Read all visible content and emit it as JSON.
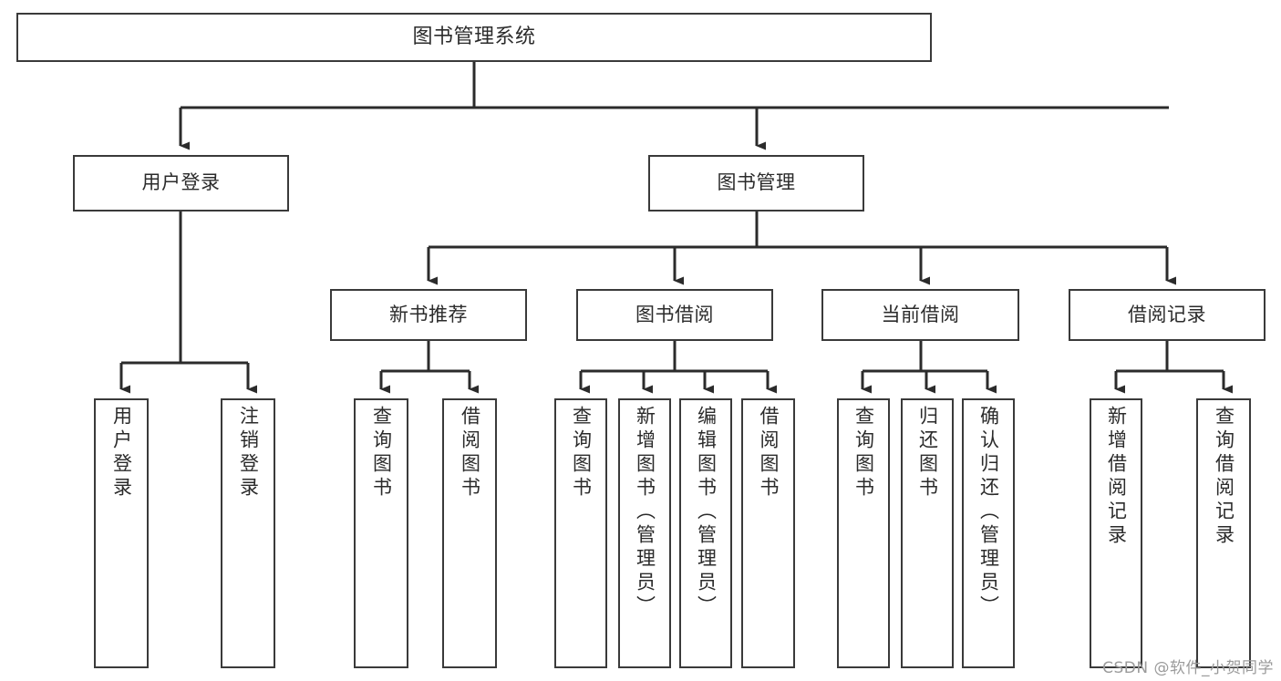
{
  "diagram": {
    "type": "tree-hierarchy",
    "title": "图书管理系统",
    "levels": 4,
    "stroke_color": "#3a3a3a",
    "text_color": "#2b2b2b",
    "background": "#ffffff",
    "nodes": {
      "root": {
        "label": "图书管理系统",
        "level": 1,
        "orientation": "horizontal"
      },
      "l2": [
        {
          "id": "user-login",
          "label": "用户登录",
          "level": 2,
          "orientation": "horizontal"
        },
        {
          "id": "book-management",
          "label": "图书管理",
          "level": 2,
          "orientation": "horizontal"
        }
      ],
      "l3": [
        {
          "id": "new-book-recommend",
          "label": "新书推荐",
          "level": 3,
          "orientation": "horizontal",
          "parent": "book-management"
        },
        {
          "id": "book-borrow",
          "label": "图书借阅",
          "level": 3,
          "orientation": "horizontal",
          "parent": "book-management"
        },
        {
          "id": "current-borrow",
          "label": "当前借阅",
          "level": 3,
          "orientation": "horizontal",
          "parent": "book-management"
        },
        {
          "id": "borrow-record",
          "label": "借阅记录",
          "level": 3,
          "orientation": "horizontal",
          "parent": "book-management"
        }
      ],
      "leaves": [
        {
          "id": "leaf-user-login",
          "label": "用户登录",
          "parent": "user-login",
          "orientation": "vertical"
        },
        {
          "id": "leaf-logout-login",
          "label": "注销登录",
          "parent": "user-login",
          "orientation": "vertical"
        },
        {
          "id": "leaf-query-book-1",
          "label": "查询图书",
          "parent": "new-book-recommend",
          "orientation": "vertical"
        },
        {
          "id": "leaf-borrow-book-1",
          "label": "借阅图书",
          "parent": "new-book-recommend",
          "orientation": "vertical"
        },
        {
          "id": "leaf-query-book-2",
          "label": "查询图书",
          "parent": "book-borrow",
          "orientation": "vertical"
        },
        {
          "id": "leaf-add-book",
          "label": "新增图书（管理员）",
          "parent": "book-borrow",
          "orientation": "vertical"
        },
        {
          "id": "leaf-edit-book",
          "label": "编辑图书（管理员）",
          "parent": "book-borrow",
          "orientation": "vertical"
        },
        {
          "id": "leaf-borrow-book-2",
          "label": "借阅图书",
          "parent": "book-borrow",
          "orientation": "vertical"
        },
        {
          "id": "leaf-query-book-3",
          "label": "查询图书",
          "parent": "current-borrow",
          "orientation": "vertical"
        },
        {
          "id": "leaf-return-book",
          "label": "归还图书",
          "parent": "current-borrow",
          "orientation": "vertical"
        },
        {
          "id": "leaf-confirm-return",
          "label": "确认归还（管理员）",
          "parent": "current-borrow",
          "orientation": "vertical"
        },
        {
          "id": "leaf-add-record",
          "label": "新增借阅记录",
          "parent": "borrow-record",
          "orientation": "vertical"
        },
        {
          "id": "leaf-query-record",
          "label": "查询借阅记录",
          "parent": "borrow-record",
          "orientation": "vertical"
        }
      ]
    },
    "watermark": "CSDN @软件_小贺同学"
  }
}
